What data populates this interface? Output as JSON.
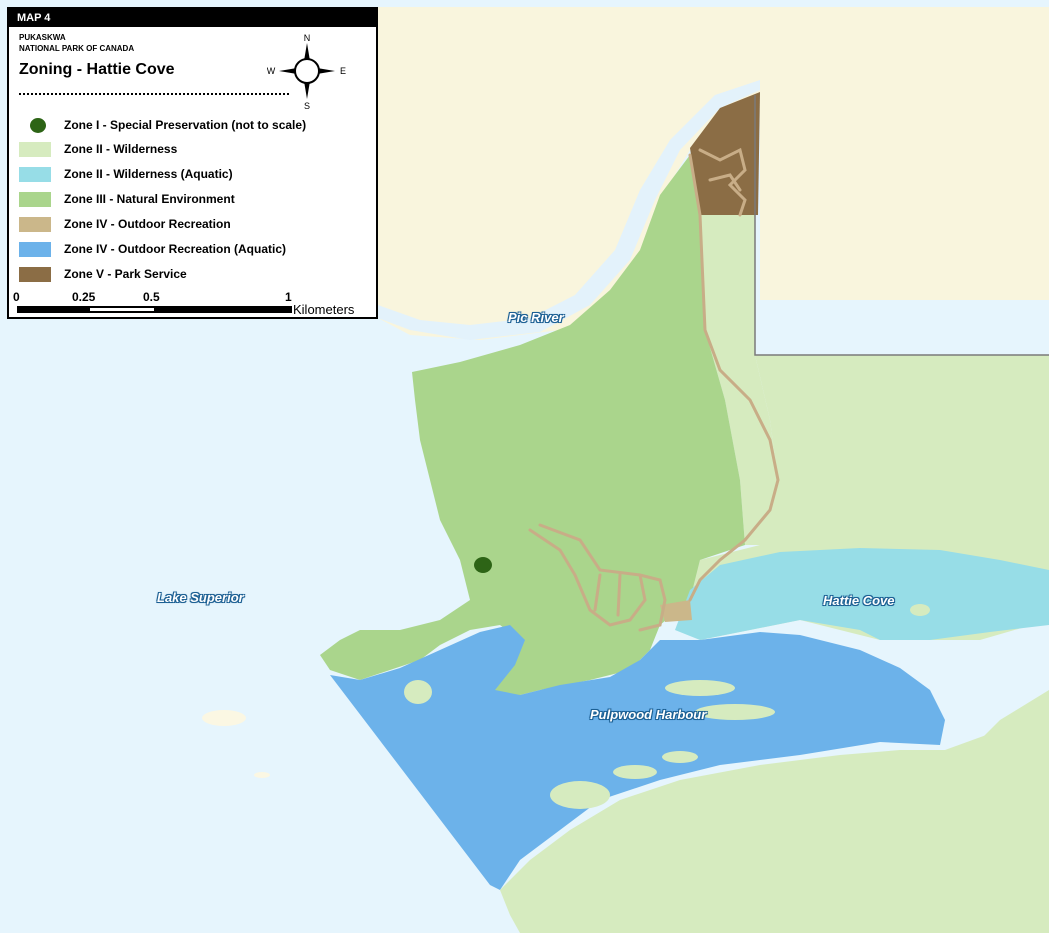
{
  "map": {
    "number": "MAP 4",
    "park_line_1": "PUKASKWA",
    "park_line_2": "NATIONAL PARK OF CANADA",
    "title": "Zoning - Hattie Cove",
    "compass": {
      "north": "N",
      "south": "S",
      "east": "E",
      "west": "W"
    }
  },
  "legend": {
    "items": [
      {
        "label": "Zone I - Special Preservation (not to scale)",
        "color": "#2d6416",
        "icon": "dot"
      },
      {
        "label": "Zone II - Wilderness",
        "color": "#d6ebbf",
        "icon": "rect"
      },
      {
        "label": "Zone II - Wilderness (Aquatic)",
        "color": "#97dde7",
        "icon": "rect"
      },
      {
        "label": "Zone III - Natural Environment",
        "color": "#aad58c",
        "icon": "rect"
      },
      {
        "label": "Zone IV - Outdoor Recreation",
        "color": "#cbb78a",
        "icon": "rect"
      },
      {
        "label": "Zone IV - Outdoor Recreation (Aquatic)",
        "color": "#6cb2ea",
        "icon": "rect"
      },
      {
        "label": "Zone V - Park Service",
        "color": "#8b6d45",
        "icon": "rect"
      }
    ]
  },
  "scale": {
    "ticks": [
      "0",
      "0.25",
      "0.5",
      "1"
    ],
    "unit": "Kilometers"
  },
  "places": {
    "pic_river": "Pic River",
    "lake_superior": "Lake Superior",
    "hattie_cove": "Hattie Cove",
    "pulpwood_harbour": "Pulpwood Harbour"
  },
  "colors": {
    "lake": "#e6f5fd",
    "river": "#e3f2fb",
    "land_outside": "#f9f5dd",
    "trail": "#c8ad87",
    "boundary": "#7a7a7a"
  }
}
